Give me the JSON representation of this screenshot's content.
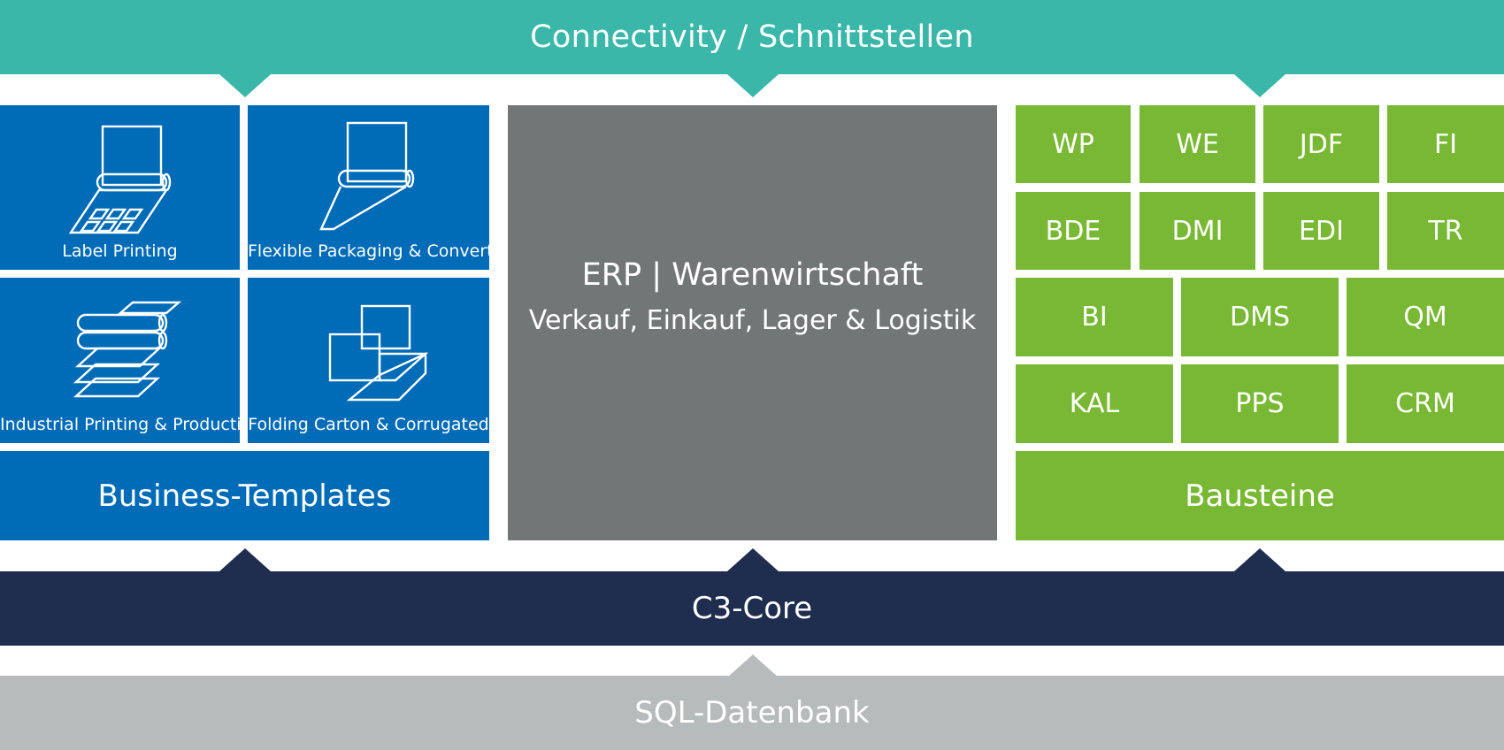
{
  "connectivity": {
    "label": "Connectivity / Schnittstellen"
  },
  "business_templates": {
    "tiles": [
      {
        "label": "Label Printing",
        "icon": "label-printing-icon"
      },
      {
        "label": "Flexible Packaging & Converting",
        "icon": "flexible-packaging-icon"
      },
      {
        "label": "Industrial Printing & Production",
        "icon": "industrial-printing-icon"
      },
      {
        "label": "Folding Carton & Corrugated",
        "icon": "folding-carton-icon"
      }
    ],
    "label": "Business-Templates"
  },
  "erp": {
    "title": "ERP | Warenwirtschaft",
    "subtitle": "Verkauf, Einkauf, Lager & Logistik"
  },
  "bausteine": {
    "row1": [
      "WP",
      "WE",
      "JDF",
      "FI"
    ],
    "row2": [
      "BDE",
      "DMI",
      "EDI",
      "TR"
    ],
    "row3": [
      "BI",
      "DMS",
      "QM"
    ],
    "row4": [
      "KAL",
      "PPS",
      "CRM"
    ],
    "label": "Bausteine"
  },
  "core": {
    "label": "C3-Core"
  },
  "sql": {
    "label": "SQL-Datenbank"
  },
  "colors": {
    "connectivity": "#3ab7a8",
    "business_templates": "#006bb6",
    "erp": "#727677",
    "bausteine": "#78b834",
    "core": "#1f2d4f",
    "sql": "#b7bbbc"
  }
}
